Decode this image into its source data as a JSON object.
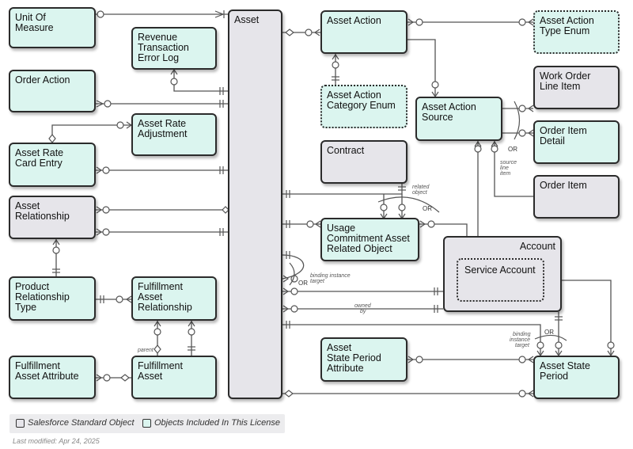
{
  "entities": {
    "unit_of_measure": "Unit Of\nMeasure",
    "revenue_transaction_error_log": "Revenue\nTransaction\nError Log",
    "order_action": "Order Action",
    "asset_rate_adjustment": "Asset Rate\nAdjustment",
    "asset_rate_card_entry": "Asset Rate\nCard Entry",
    "asset_relationship": "Asset\nRelationship",
    "product_relationship_type": "Product\nRelationship\nType",
    "fulfillment_asset_relationship": "Fulfillment\nAsset\nRelationship",
    "fulfillment_asset_attribute": "Fulfillment\nAsset Attribute",
    "fulfillment_asset": "Fulfillment\nAsset",
    "asset": "Asset",
    "asset_action": "Asset Action",
    "asset_action_type_enum": "Asset Action\nType Enum",
    "asset_action_category_enum": "Asset Action\nCategory Enum",
    "asset_action_source": "Asset Action\nSource",
    "work_order_line_item": "Work Order\nLine Item",
    "order_item_detail": "Order Item\nDetail",
    "order_item": "Order Item",
    "contract": "Contract",
    "usage_commitment_asset_related_object": "Usage\nCommitment Asset\nRelated Object",
    "account": "Account",
    "service_account": "Service Account",
    "asset_state_period_attribute": "Asset\nState Period\nAttribute",
    "asset_state_period": "Asset State\nPeriod"
  },
  "labels": {
    "or": "OR",
    "source_line_item": "source\nline\nitem",
    "related_object": "related\nobject",
    "binding_instance_target": "binding instance\ntarget",
    "owned_by": "owned\nby",
    "binding_instance_target_2": "binding\ninstance\ntarget",
    "parent": "parent"
  },
  "legend": {
    "standard": "Salesforce Standard Object",
    "licensed": "Objects Included In This License"
  },
  "footer": {
    "last_modified": "Last modified: Apr 24, 2025"
  },
  "colors": {
    "licensed_fill": "#dbf5ef",
    "standard_fill": "#e6e5ea",
    "line": "#555555",
    "border": "#2b2b2b"
  }
}
